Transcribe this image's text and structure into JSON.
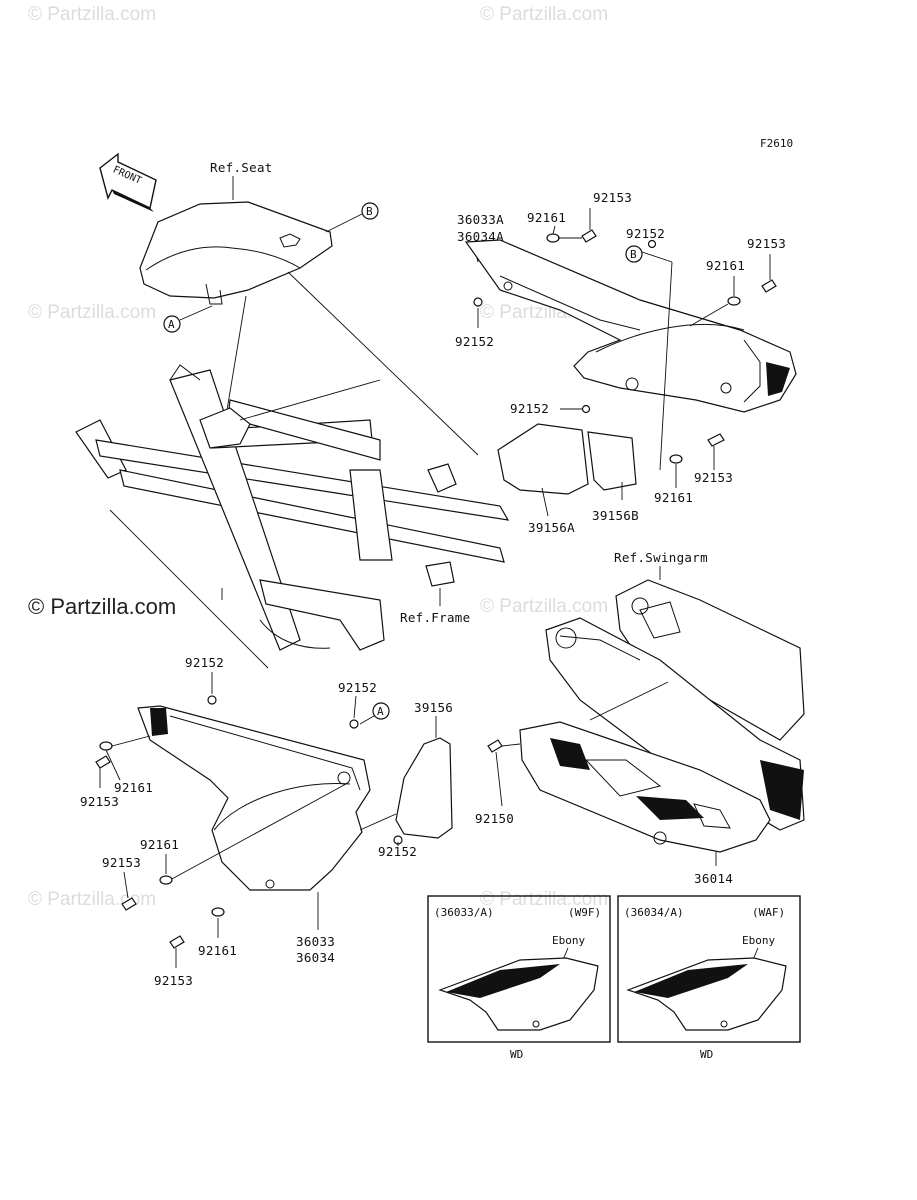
{
  "figure_id": "F2610",
  "watermark": "© Partzilla.com",
  "front_label": "FRONT",
  "references": {
    "seat": "Ref.Seat",
    "frame": "Ref.Frame",
    "swingarm": "Ref.Swingarm"
  },
  "markers": {
    "a": "A",
    "b": "B"
  },
  "parts": {
    "p36033A": "36033A",
    "p36034A": "36034A",
    "p92153": "92153",
    "p92161": "92161",
    "p92152": "92152",
    "p39156A": "39156A",
    "p39156B": "39156B",
    "p39156": "39156",
    "p92150": "92150",
    "p36014": "36014",
    "p36033": "36033",
    "p36034": "36034"
  },
  "variants": [
    {
      "part": "(36033/A)",
      "code": "(W9F)",
      "color": "Ebony",
      "caption": "WD"
    },
    {
      "part": "(36034/A)",
      "code": "(WAF)",
      "color": "Ebony",
      "caption": "WD"
    }
  ]
}
